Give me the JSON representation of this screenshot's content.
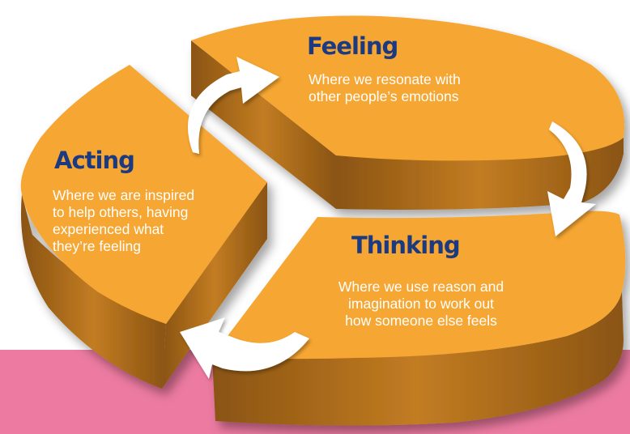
{
  "colors": {
    "segment_top": "#f6a632",
    "segment_side": "#b06e1a",
    "segment_side_dark": "#7a4a10",
    "title_text": "#1c3a82",
    "description_text": "#ffffff",
    "band": "#ec7aa1",
    "arrow": "#ffffff"
  },
  "segments": {
    "feeling": {
      "title": "Feeling",
      "description": "Where we resonate with\nother people’s emotions"
    },
    "acting": {
      "title": "Acting",
      "description": "Where we are inspired\nto help others, having\nexperienced what\nthey’re feeling"
    },
    "thinking": {
      "title": "Thinking",
      "description": "  Where we use reason and\nimagination to work out\nhow someone else feels"
    }
  },
  "arrows": [
    {
      "from": "acting",
      "to": "feeling",
      "icon": "curved-arrow-icon"
    },
    {
      "from": "feeling",
      "to": "thinking",
      "icon": "curved-arrow-icon"
    },
    {
      "from": "thinking",
      "to": "acting",
      "icon": "curved-arrow-icon"
    }
  ]
}
